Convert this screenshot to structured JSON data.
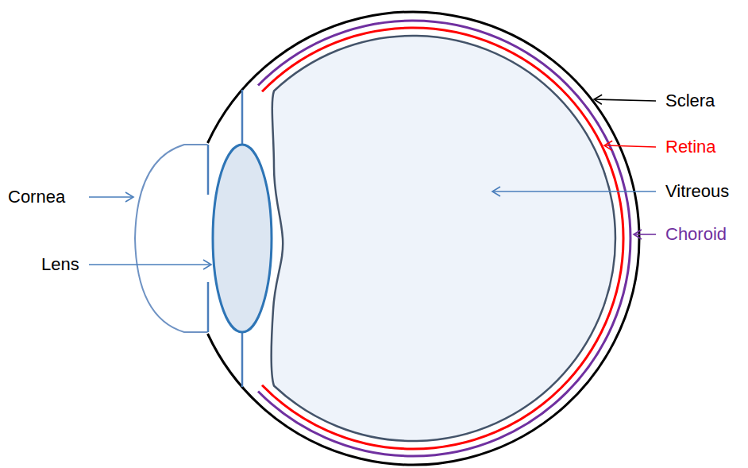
{
  "diagram": {
    "labels": [
      "Cornea",
      "Lens",
      "Sclera",
      "Retina",
      "Vitreous",
      "Choroid"
    ]
  }
}
